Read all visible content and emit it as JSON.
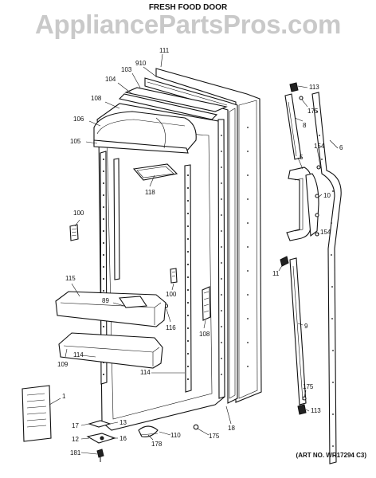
{
  "watermark": "AppliancePartsPros.com",
  "heading": "FRESH FOOD DOOR",
  "art_number": "(ART NO. WR17294 C3)",
  "callouts": {
    "c111": "111",
    "c910": "910",
    "c103": "103",
    "c104": "104",
    "c108a": "108",
    "c106": "106",
    "c105": "105",
    "c118": "118",
    "c100a": "100",
    "c115": "115",
    "c89": "89",
    "c100b": "100",
    "c116": "116",
    "c108b": "108",
    "c109": "109",
    "c114a": "114",
    "c114b": "114",
    "c1": "1",
    "c17": "17",
    "c13": "13",
    "c12": "12",
    "c16": "16",
    "c181": "181",
    "c178": "178",
    "c110": "110",
    "c175a": "175",
    "c18": "18",
    "c113a": "113",
    "c175b": "175",
    "c8": "8",
    "c6": "6",
    "c154a": "154",
    "c5": "5",
    "c10": "10",
    "c154b": "154",
    "c11": "11",
    "c9": "9",
    "c175c": "175",
    "c113b": "113"
  }
}
